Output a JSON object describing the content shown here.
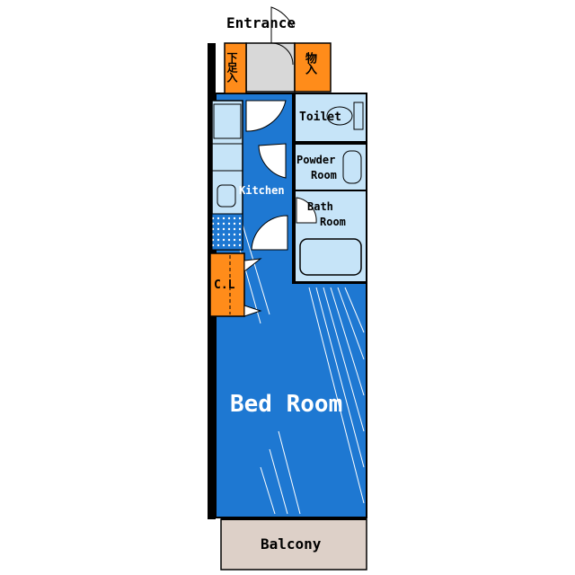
{
  "labels": {
    "entrance": "Entrance",
    "geta_bako": "下足入",
    "storage": "物入",
    "toilet": "Toilet",
    "powder_room_line1": "Powder",
    "powder_room_line2": "Room",
    "bath_room_line1": "Bath",
    "bath_room_line2": "Room",
    "kitchen": "Kitchen",
    "closet": "C.L",
    "bed_room": "Bed Room",
    "balcony": "Balcony"
  },
  "colors": {
    "bedroom_blue": "#1e78d2",
    "wet_area_blue": "#c6e4f8",
    "storage_orange": "#ff8c1a",
    "entrance_gray": "#d8d8d8",
    "balcony_beige": "#ddd0c8",
    "wall": "#000000"
  }
}
